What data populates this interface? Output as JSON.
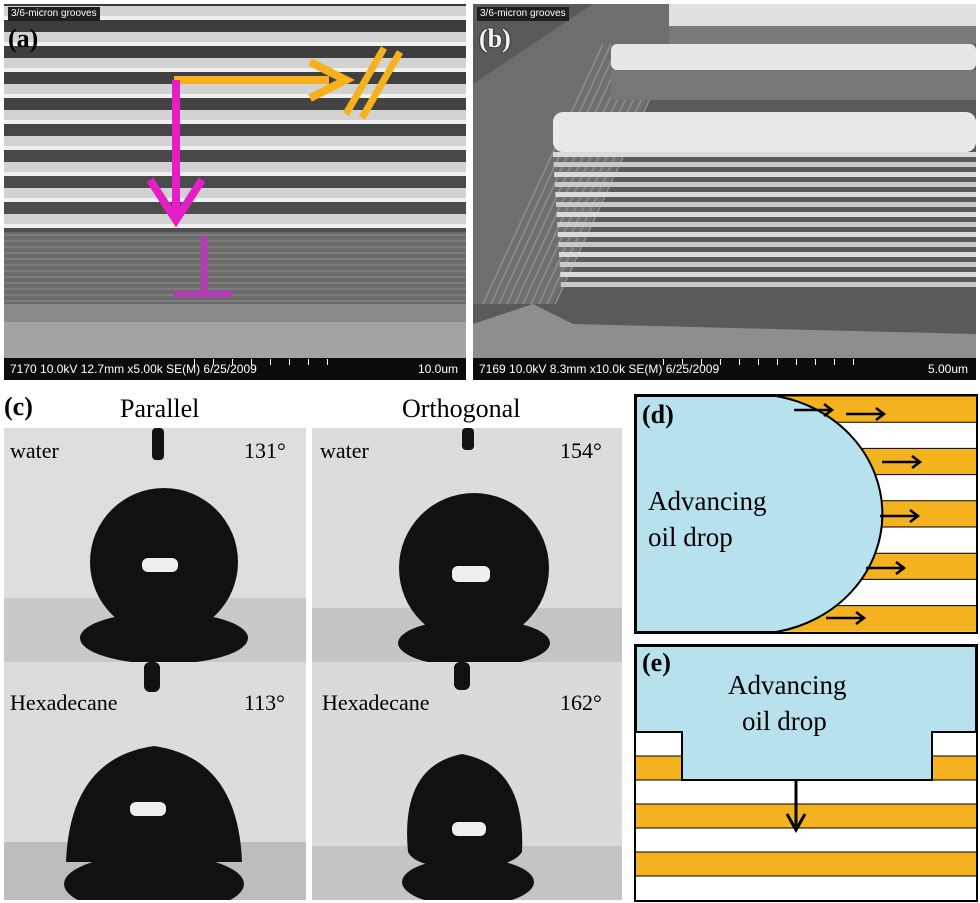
{
  "panel_a": {
    "label": "(a)",
    "tag": "3/6-micron grooves",
    "info": "7170 10.0kV 12.7mm x5.00k SE(M) 6/25/2009",
    "scale": "10.0um",
    "colors": {
      "parallel_arrow": "#f5b21d",
      "orthogonal_arrow": "#e61ec8",
      "perp_symbol": "#b13db0"
    }
  },
  "panel_b": {
    "label": "(b)",
    "tag": "3/6-micron grooves",
    "info": "7169 10.0kV 8.3mm x10.0k SE(M) 6/25/2009",
    "scale": "5.00um"
  },
  "panel_c": {
    "label": "(c)",
    "col_parallel": "Parallel",
    "col_orthogonal": "Orthogonal",
    "cells": [
      {
        "liquid": "water",
        "angle": "131°"
      },
      {
        "liquid": "water",
        "angle": "154°"
      },
      {
        "liquid": "Hexadecane",
        "angle": "113°"
      },
      {
        "liquid": "Hexadecane",
        "angle": "162°"
      }
    ]
  },
  "panel_d": {
    "label": "(d)",
    "line1": "Advancing",
    "line2": "oil  drop",
    "colors": {
      "drop": "#b8e1ee",
      "stripe": "#f3b21e"
    }
  },
  "panel_e": {
    "label": "(e)",
    "line1": "Advancing",
    "line2": "oil  drop"
  }
}
